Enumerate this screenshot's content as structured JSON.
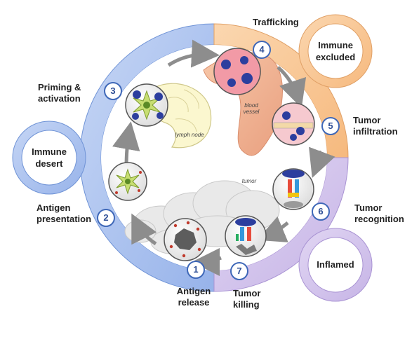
{
  "diagram": {
    "steps": [
      {
        "number": "1",
        "label_lines": [
          "Antigen",
          "release"
        ]
      },
      {
        "number": "2",
        "label_lines": [
          "Antigen",
          "presentation"
        ]
      },
      {
        "number": "3",
        "label_lines": [
          "Priming &",
          "activation"
        ]
      },
      {
        "number": "4",
        "label_lines": [
          "Trafficking"
        ]
      },
      {
        "number": "5",
        "label_lines": [
          "Tumor",
          "infiltration"
        ]
      },
      {
        "number": "6",
        "label_lines": [
          "Tumor",
          "recognition"
        ]
      },
      {
        "number": "7",
        "label_lines": [
          "Tumor",
          "killing"
        ]
      }
    ],
    "phenotypes": {
      "immune_desert": [
        "Immune",
        "desert"
      ],
      "immune_excluded": [
        "Immune",
        "excluded"
      ],
      "inflamed": "Inflamed"
    },
    "annotations": {
      "lymph_node": "lymph node",
      "blood_vessel": [
        "blood",
        "vessel"
      ],
      "tumor": "tumor"
    },
    "colors": {
      "blue_arc": "#a9c1ee",
      "orange_arc": "#f9c998",
      "purple_arc": "#d2c3ec",
      "number_ring": "#3f68b8",
      "arrow_gray": "#8d8d8d"
    }
  }
}
